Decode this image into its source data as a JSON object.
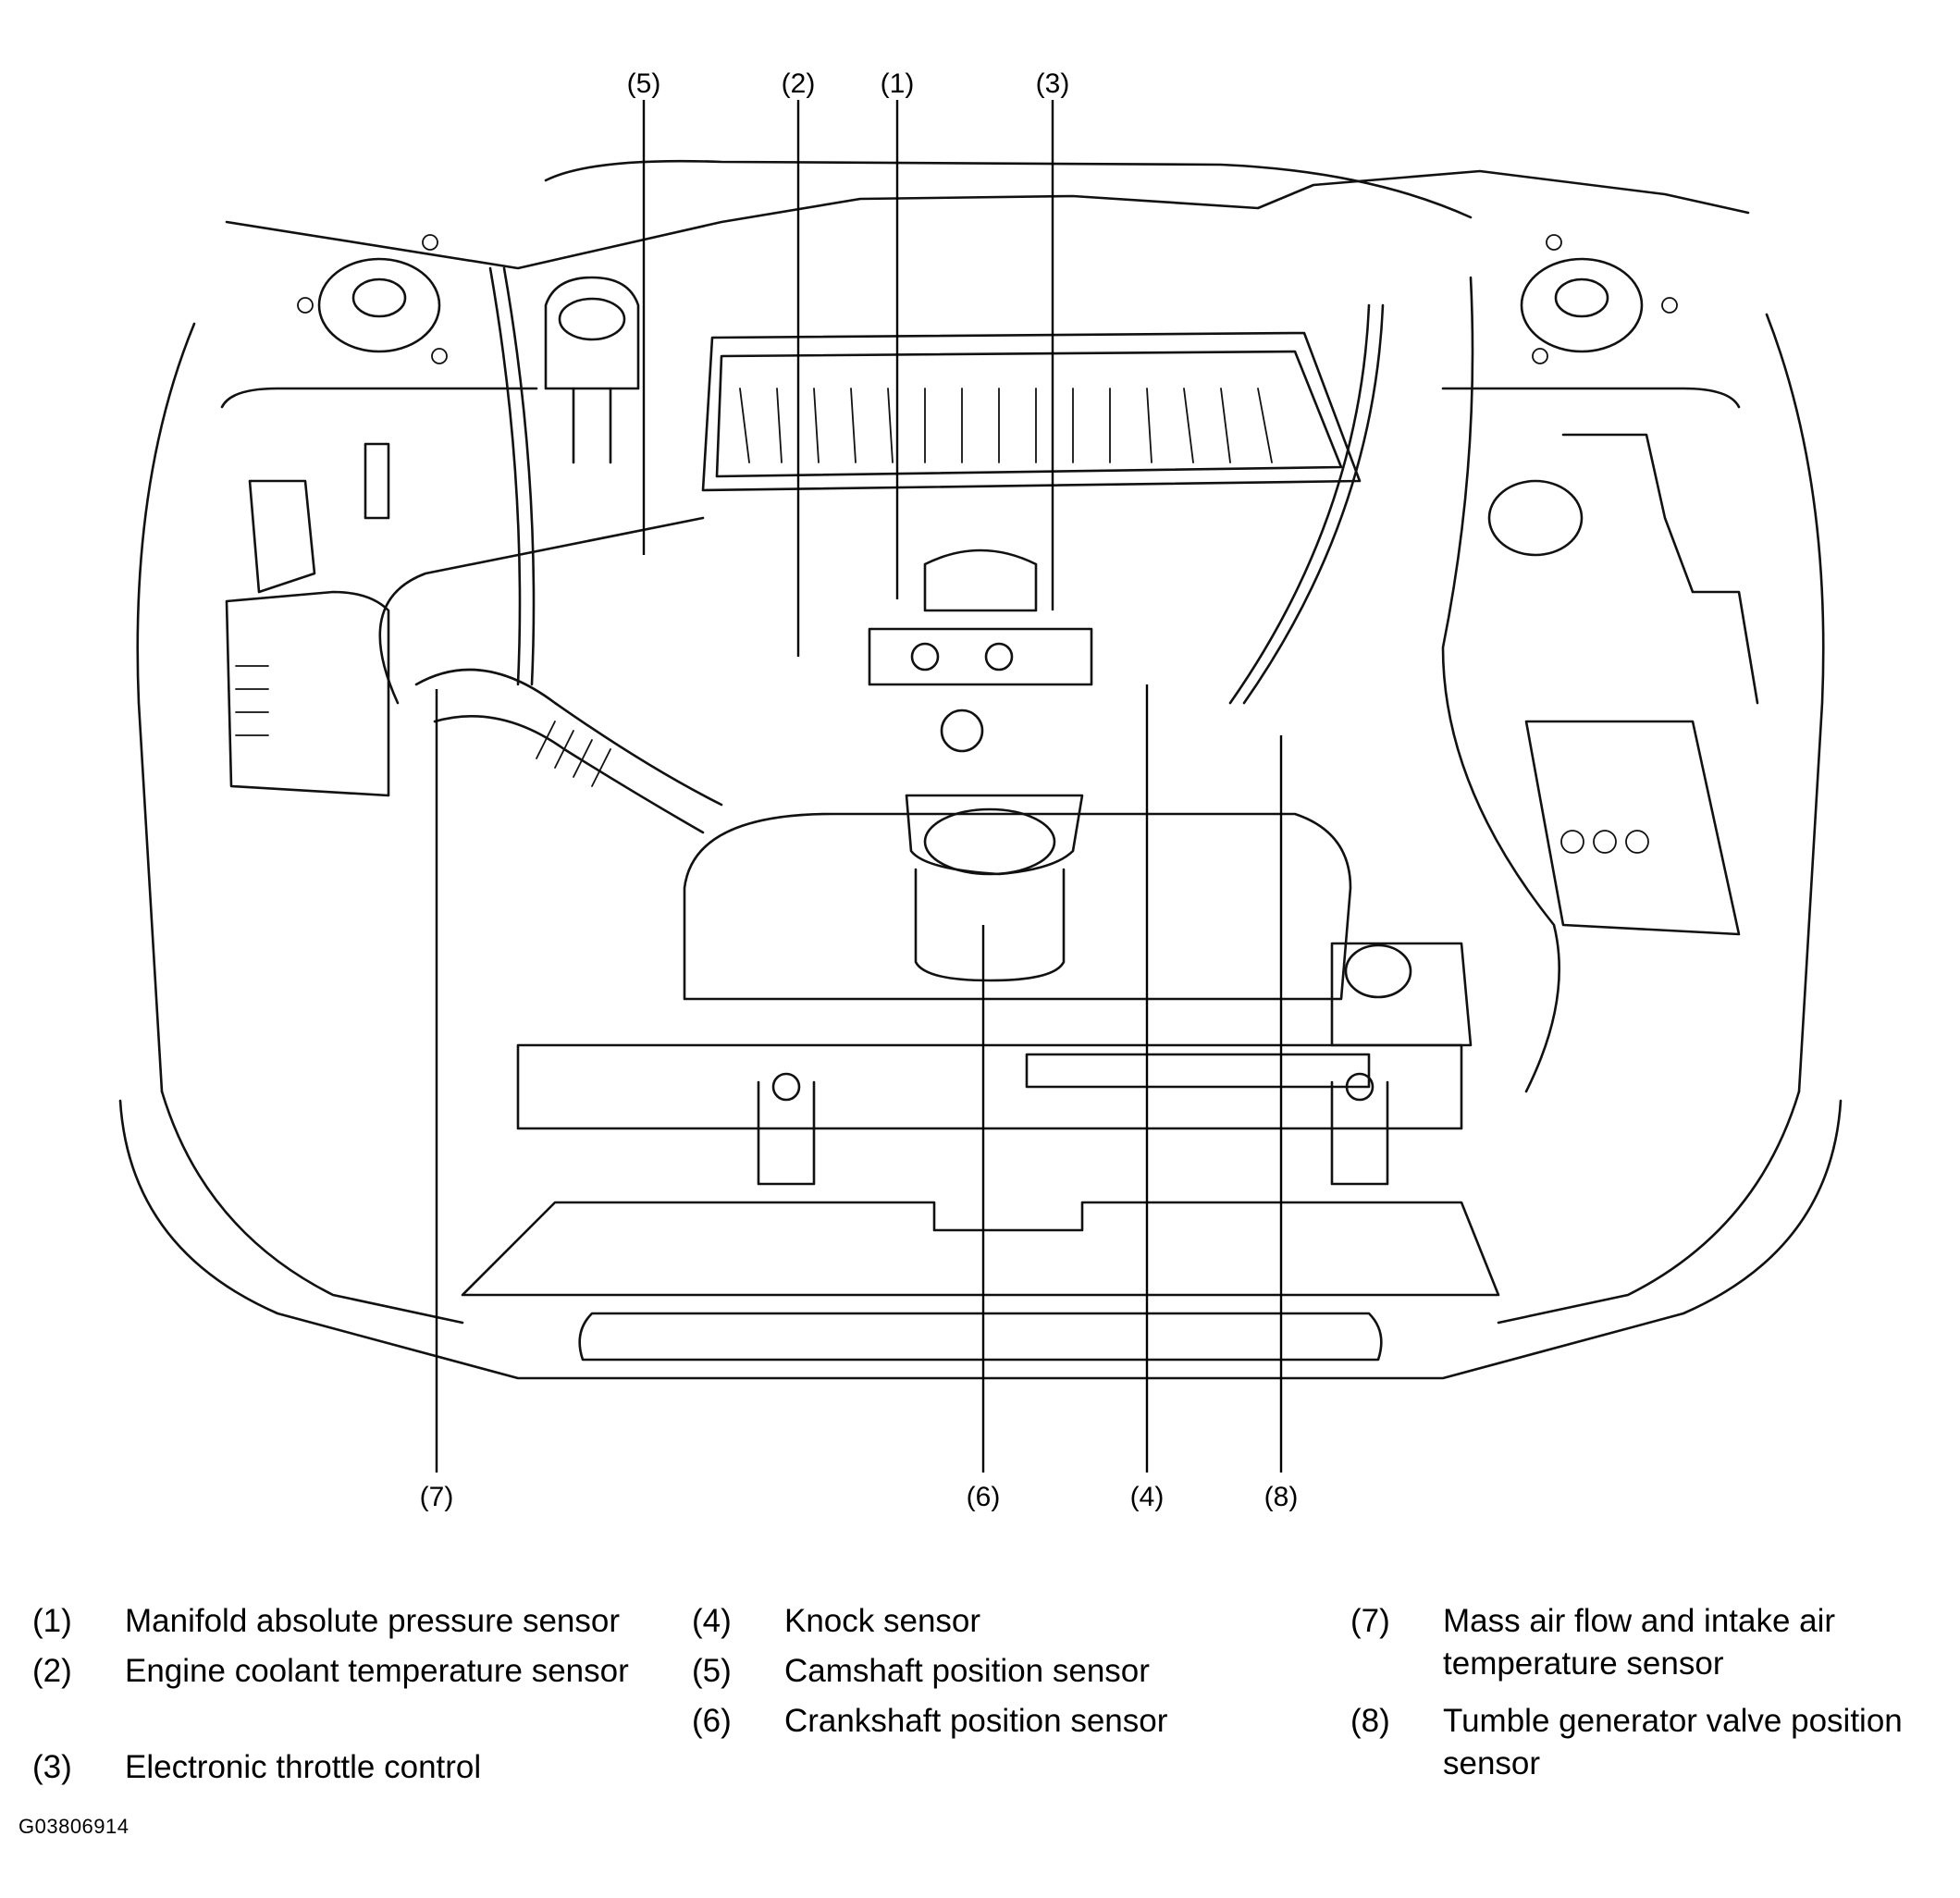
{
  "callouts": {
    "c1": "(1)",
    "c2": "(2)",
    "c3": "(3)",
    "c4": "(4)",
    "c5": "(5)",
    "c6": "(6)",
    "c7": "(7)",
    "c8": "(8)"
  },
  "legend": {
    "item1": {
      "num": "(1)",
      "text": "Manifold absolute pressure sensor"
    },
    "item2": {
      "num": "(2)",
      "text": "Engine coolant temperature sensor"
    },
    "item3": {
      "num": "(3)",
      "text": "Electronic throttle control"
    },
    "item4": {
      "num": "(4)",
      "text": "Knock sensor"
    },
    "item5": {
      "num": "(5)",
      "text": "Camshaft position sensor"
    },
    "item6": {
      "num": "(6)",
      "text": "Crankshaft position sensor"
    },
    "item7": {
      "num": "(7)",
      "text": "Mass air flow and intake air temperature sensor"
    },
    "item8": {
      "num": "(8)",
      "text": "Tumble generator valve position sensor"
    }
  },
  "figure_id": "G03806914"
}
